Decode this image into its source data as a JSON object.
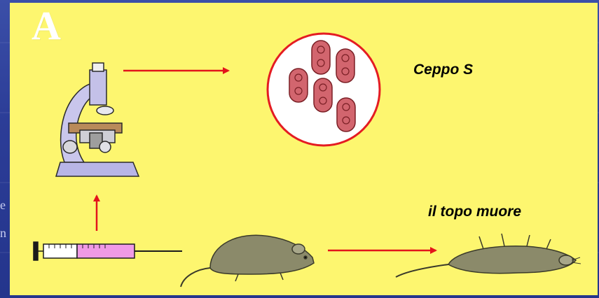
{
  "panel_letter": "A",
  "labels": {
    "strain": "Ceppo S",
    "outcome": "il topo muore"
  },
  "cropped_side_text": [
    "e",
    "n"
  ],
  "icons": [
    "microscope-icon",
    "bacteria-circle-icon",
    "syringe-icon",
    "live-mouse-icon",
    "dead-mouse-icon"
  ],
  "colors": {
    "panel": "#fdf66f",
    "background": "#2c3d97",
    "arrow": "#e3141b",
    "bacteria_circle": "#e41c22",
    "bacteria": "#d2656e"
  }
}
